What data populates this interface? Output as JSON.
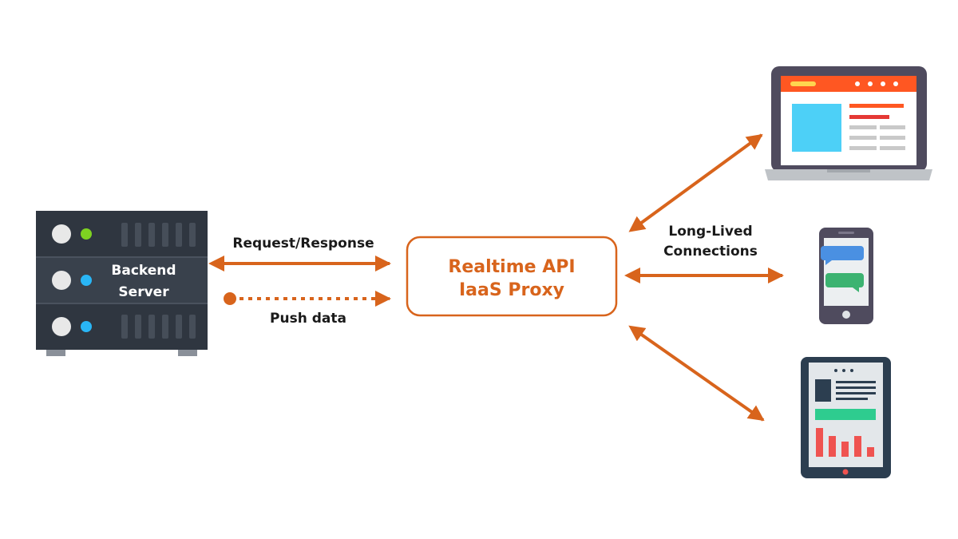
{
  "colors": {
    "accent": "#d8641c",
    "server_body": "#2f3640",
    "server_divider": "#3d4550",
    "led_green": "#7ed321",
    "led_blue": "#29b6f6",
    "laptop_frame": "#4f4b5e",
    "laptop_header": "#ff5722",
    "screen_image": "#4dd0f7",
    "tablet_frame": "#2c3e50",
    "bar_red": "#ef5350",
    "green_bar": "#2ecc8f",
    "bubble_blue": "#4a90e2",
    "bubble_green": "#3cb371"
  },
  "backend": {
    "label_line1": "Backend",
    "label_line2": "Server"
  },
  "proxy": {
    "label_line1": "Realtime API",
    "label_line2": "IaaS Proxy"
  },
  "links": {
    "request_response": "Request/Response",
    "push_data": "Push data",
    "long_lived_line1": "Long-Lived",
    "long_lived_line2": "Connections"
  },
  "clients": {
    "laptop_icon": "laptop-icon",
    "phone_icon": "smartphone-icon",
    "tablet_icon": "tablet-icon"
  }
}
